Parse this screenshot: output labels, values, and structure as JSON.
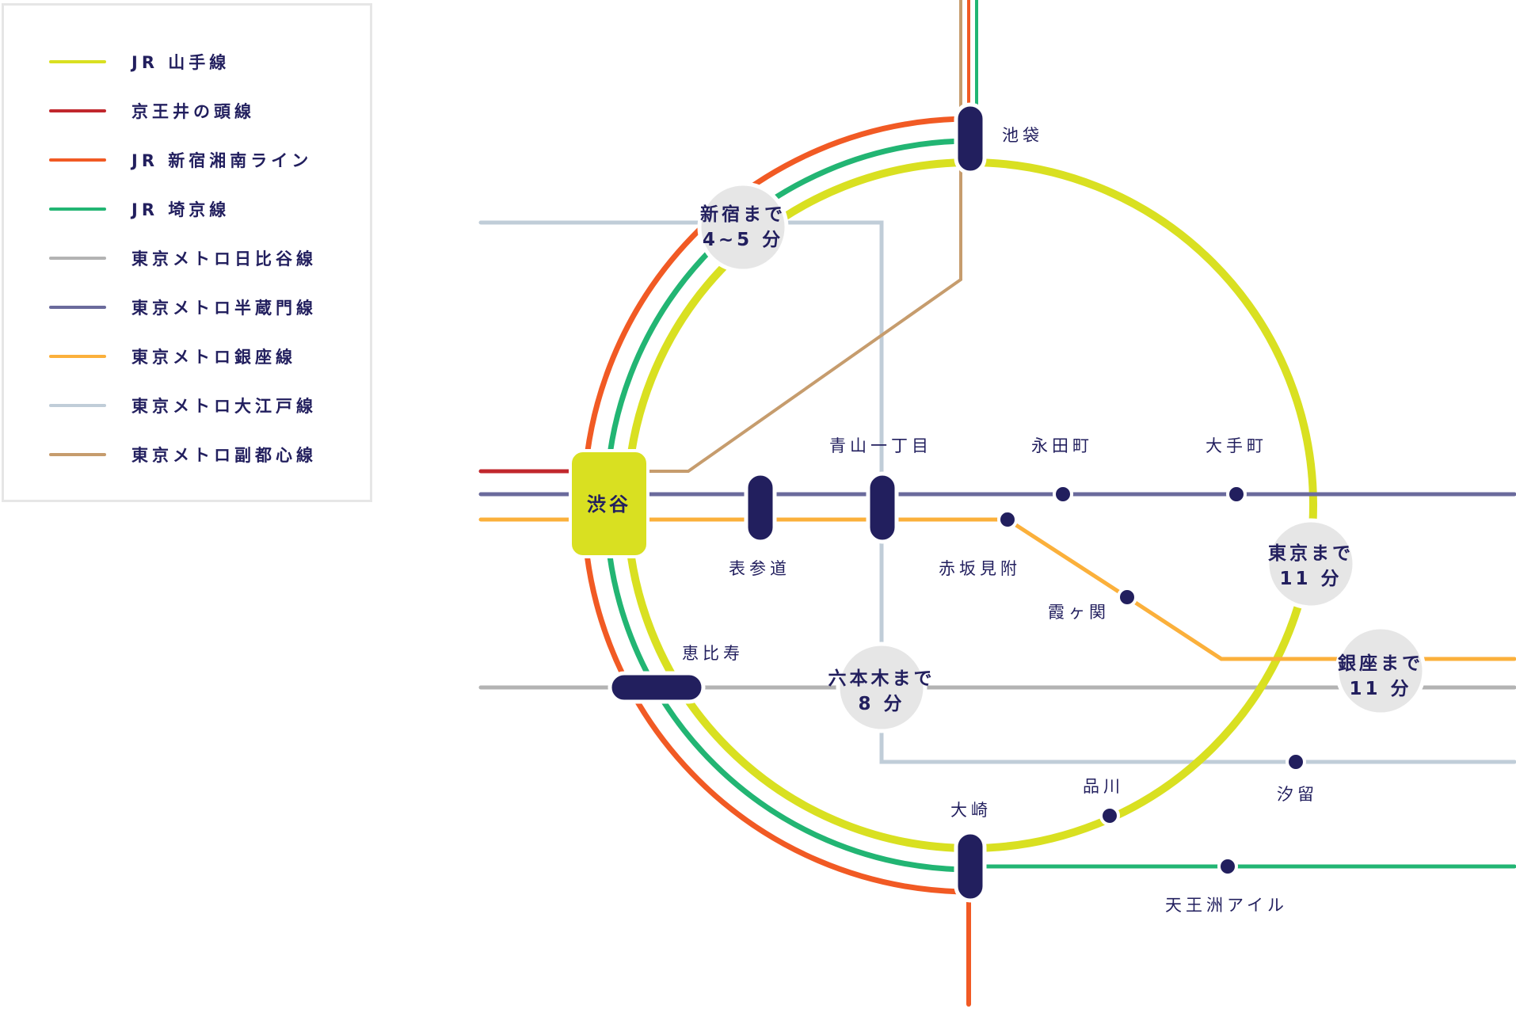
{
  "legend": {
    "items": [
      {
        "label": "JR 山手線",
        "color": "#d9e021",
        "line": "yamanote"
      },
      {
        "label": "京王井の頭線",
        "color": "#c1272d",
        "line": "keio"
      },
      {
        "label": "JR 新宿湘南ライン",
        "color": "#f15a24",
        "line": "shonan"
      },
      {
        "label": "JR 埼京線",
        "color": "#22b573",
        "line": "saikyo"
      },
      {
        "label": "東京メトロ日比谷線",
        "color": "#b3b3b3",
        "line": "hibiya"
      },
      {
        "label": "東京メトロ半蔵門線",
        "color": "#6a6a9c",
        "line": "hanzomon"
      },
      {
        "label": "東京メトロ銀座線",
        "color": "#fbb03b",
        "line": "ginza"
      },
      {
        "label": "東京メトロ大江戸線",
        "color": "#c0cdd8",
        "line": "oedo"
      },
      {
        "label": "東京メトロ副都心線",
        "color": "#c69c6d",
        "line": "fukutoshin"
      }
    ]
  },
  "colors": {
    "station": "#221f5e",
    "hub": "#d9e021",
    "bubble": "#e6e6e6",
    "text": "#221f5e"
  },
  "hub": {
    "name": "渋谷"
  },
  "stations": {
    "ikebukuro": "池袋",
    "omotesando": "表参道",
    "aoyama": "青山一丁目",
    "nagatacho": "永田町",
    "otemachi": "大手町",
    "akasaka": "赤坂見附",
    "kasumigaseki": "霞ヶ関",
    "ebisu": "恵比寿",
    "osaki": "大崎",
    "shinagawa": "品川",
    "shiodome": "汐留",
    "tennozu": "天王洲アイル"
  },
  "bubbles": {
    "shinjuku": {
      "line1": "新宿まで",
      "line2": "4~5 分"
    },
    "tokyo": {
      "line1": "東京まで",
      "line2": "11 分"
    },
    "roppongi": {
      "line1": "六本木まで",
      "line2": "8 分"
    },
    "ginza": {
      "line1": "銀座まで",
      "line2": "11 分"
    }
  }
}
